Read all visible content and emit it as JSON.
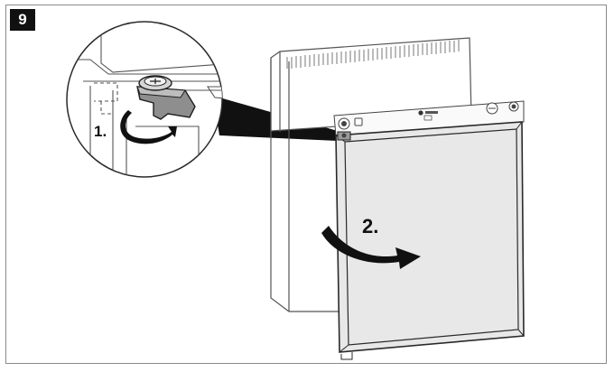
{
  "figure": {
    "step_number": "9",
    "callouts": [
      {
        "label": "1.",
        "action": "rotate-hinge-lock"
      },
      {
        "label": "2.",
        "action": "swing-door-open"
      }
    ],
    "brand_mark_icon": "brand-logo-icon",
    "colors": {
      "door_panel": "#e8e8e8",
      "outline": "#2a2a2a",
      "arrow": "#111111",
      "badge_bg": "#111111",
      "badge_text": "#ffffff"
    }
  }
}
